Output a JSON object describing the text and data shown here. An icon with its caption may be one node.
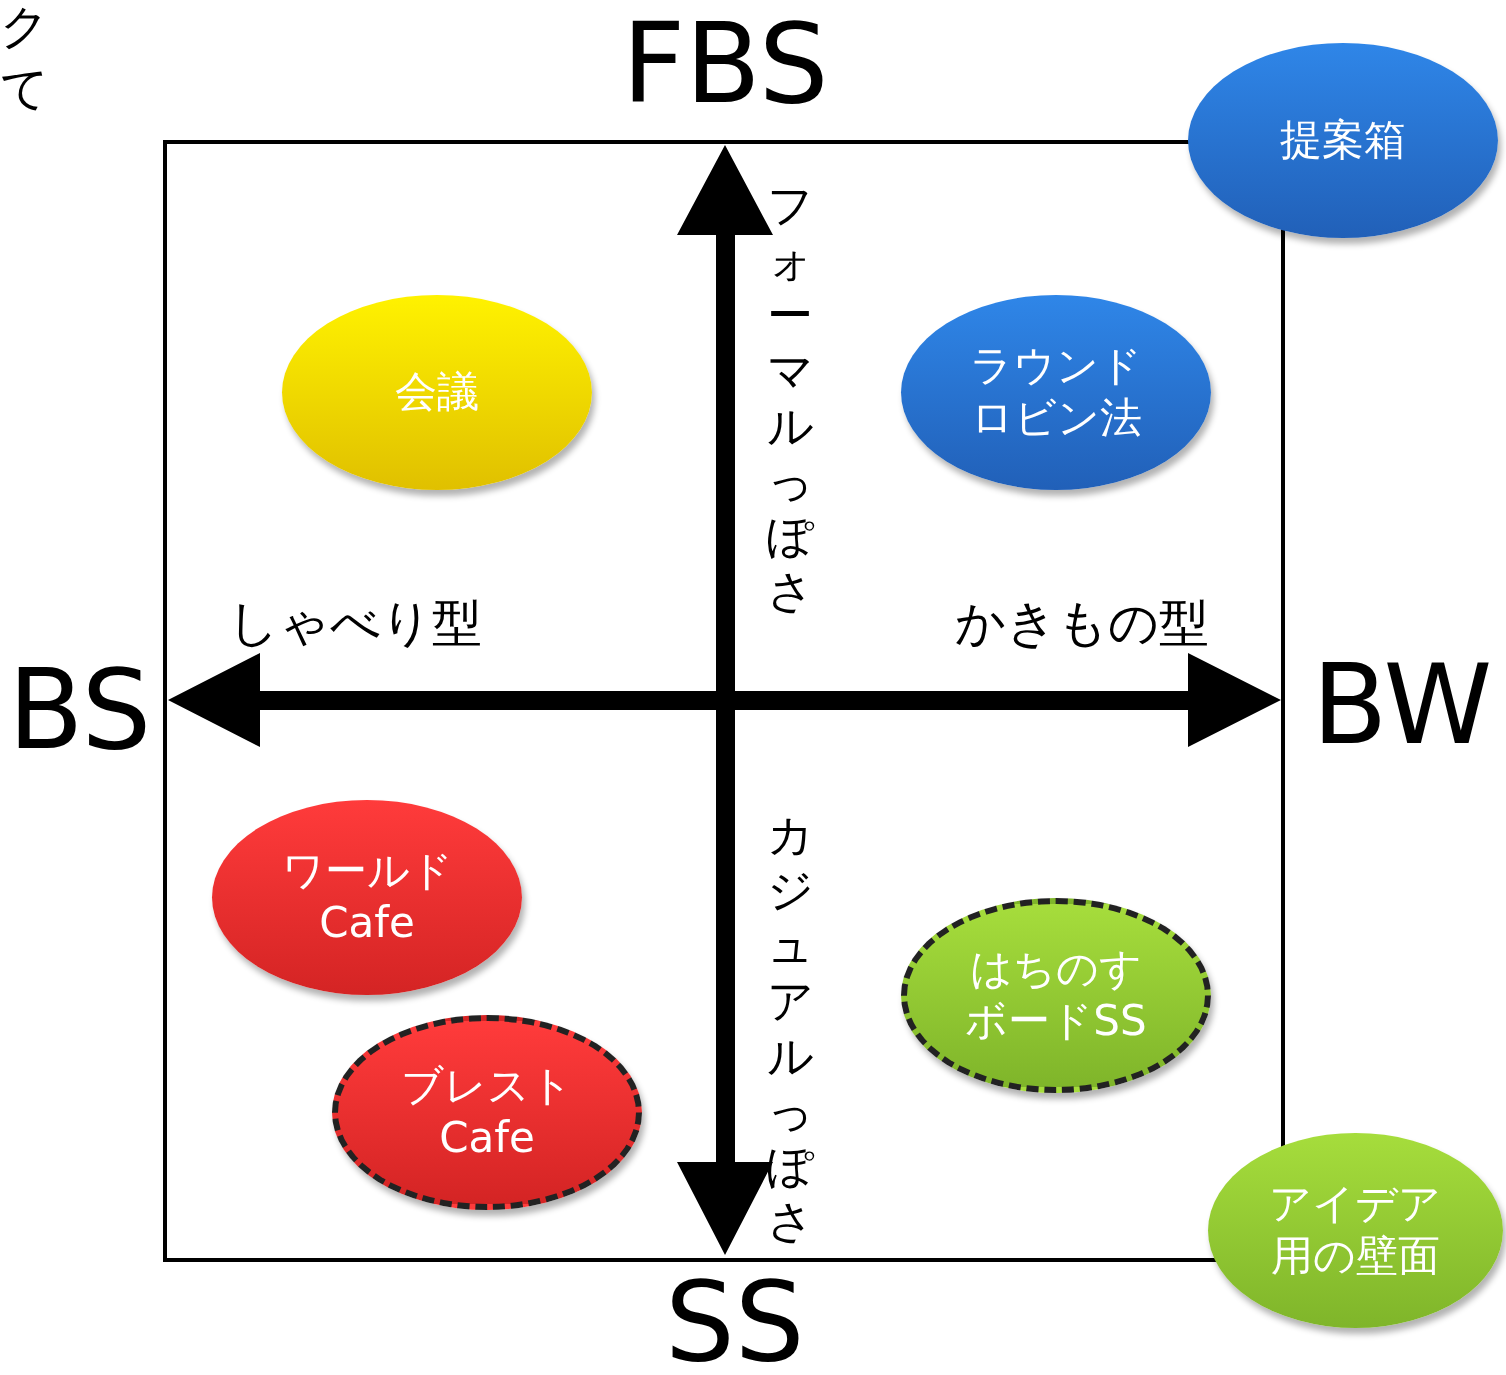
{
  "diagram": {
    "nodes": [
      {
        "text": [
          "提案箱"
        ]
      },
      {
        "text": [
          "会議"
        ]
      },
      {
        "text": [
          "ラウンドロビン法"
        ]
      },
      {
        "text": [
          "ワールドCafe"
        ]
      },
      {
        "text": [
          "ブレストCafe"
        ]
      },
      {
        "text": [
          "はちのすボードSS"
        ]
      },
      {
        "text": [
          "アイデア用の壁面"
        ]
      }
    ],
    "labels": [
      "ク",
      "て",
      "FBS",
      "フォーマルっぽさ",
      "しゃべり型",
      "かきもの型",
      "BS",
      "BW",
      "カジュアルっぽさ",
      "SS"
    ]
  }
}
